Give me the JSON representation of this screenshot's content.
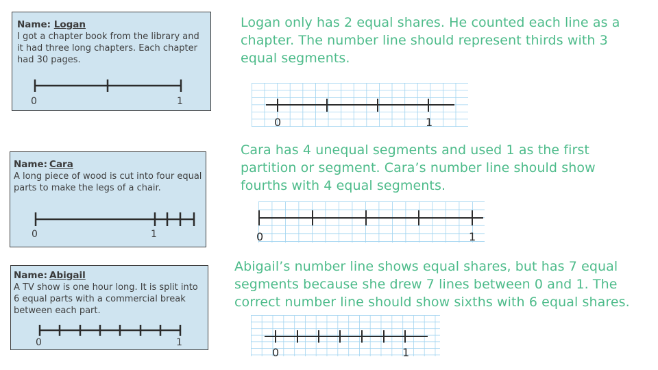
{
  "cards": [
    {
      "name_label": "Name:",
      "student": "Logan",
      "story": "I got a chapter book from the library and it had three long chapters.  Each chapter had 30 pages.",
      "number_line": {
        "start_label": "0",
        "end_label": "1",
        "ticks_desc": "ticks at 0, midpoint, and 1 (2 segments)"
      }
    },
    {
      "name_label": "Name:",
      "student": "Cara",
      "story": "A long piece of wood is cut into four equal parts to make the legs of a chair.",
      "number_line": {
        "start_label": "0",
        "end_label": "1",
        "ticks_desc": "1 placed as first partition, 3 small segments after"
      }
    },
    {
      "name_label": "Name:",
      "student": "Abigail",
      "story": "A TV show is one hour long.  It is split into 6 equal parts with a commercial break between each part.",
      "number_line": {
        "start_label": "0",
        "end_label": "1",
        "ticks_desc": "8 ticks, 7 equal segments"
      }
    }
  ],
  "notes": [
    {
      "text": "Logan only has 2 equal shares.  He counted each line as a chapter.  The number line should represent thirds with 3 equal segments.",
      "corrected_line": {
        "start_label": "0",
        "end_label": "1",
        "segments": 3
      }
    },
    {
      "text": "Cara has 4 unequal segments and used 1 as the first partition or segment.  Cara’s number line should show fourths with 4 equal segments.",
      "corrected_line": {
        "start_label": "0",
        "end_label": "1",
        "segments": 4
      }
    },
    {
      "text": "Abigail’s number line shows equal shares, but has 7 equal segments because she drew 7 lines between 0 and 1.  The correct number line should show sixths with 6 equal shares.",
      "corrected_line": {
        "start_label": "0",
        "end_label": "1",
        "segments": 6
      }
    }
  ],
  "colors": {
    "card_bg": "#cfe4f0",
    "card_border": "#3d3d3d",
    "note_text": "#4dbb8a",
    "grid": "#9fd3f0",
    "line": "#2b2b2b"
  }
}
